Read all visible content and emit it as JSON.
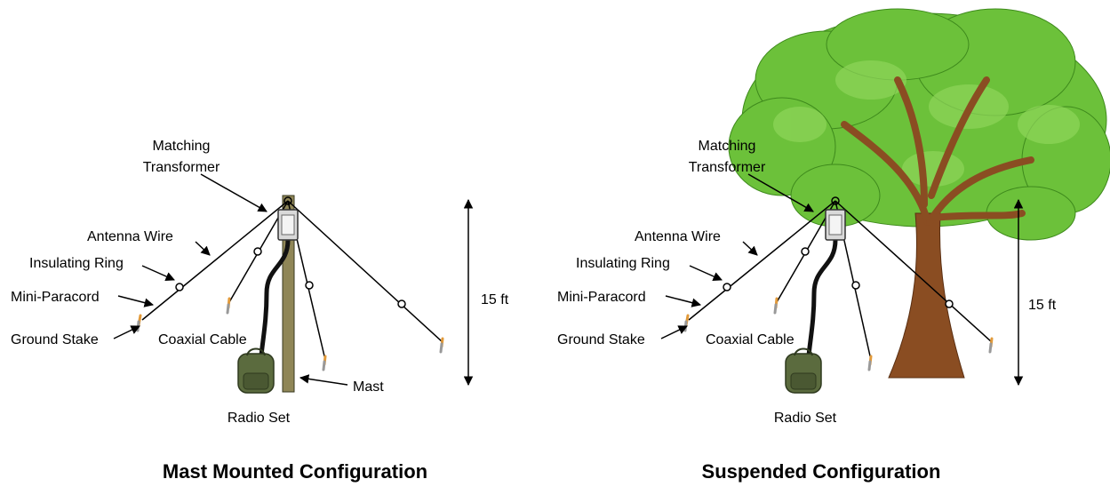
{
  "panels": {
    "mast": {
      "title": "Mast Mounted Configuration",
      "labels": {
        "matching_1": "Matching",
        "matching_2": "Transformer",
        "antenna_wire": "Antenna Wire",
        "insulating_ring": "Insulating Ring",
        "mini_paracord": "Mini-Paracord",
        "ground_stake": "Ground Stake",
        "coaxial_cable": "Coaxial Cable",
        "mast": "Mast",
        "radio_set": "Radio Set",
        "height": "15 ft"
      }
    },
    "suspended": {
      "title": "Suspended Configuration",
      "labels": {
        "matching_1": "Matching",
        "matching_2": "Transformer",
        "antenna_wire": "Antenna Wire",
        "insulating_ring": "Insulating Ring",
        "mini_paracord": "Mini-Paracord",
        "ground_stake": "Ground Stake",
        "coaxial_cable": "Coaxial Cable",
        "radio_set": "Radio Set",
        "height": "15 ft"
      }
    }
  },
  "colors": {
    "mast": "#8f8657",
    "foliage": "#6cc13a",
    "trunk": "#8a4d22",
    "backpack": "#5b6b3e",
    "stake": "#e29a3a",
    "wire": "#000000"
  }
}
